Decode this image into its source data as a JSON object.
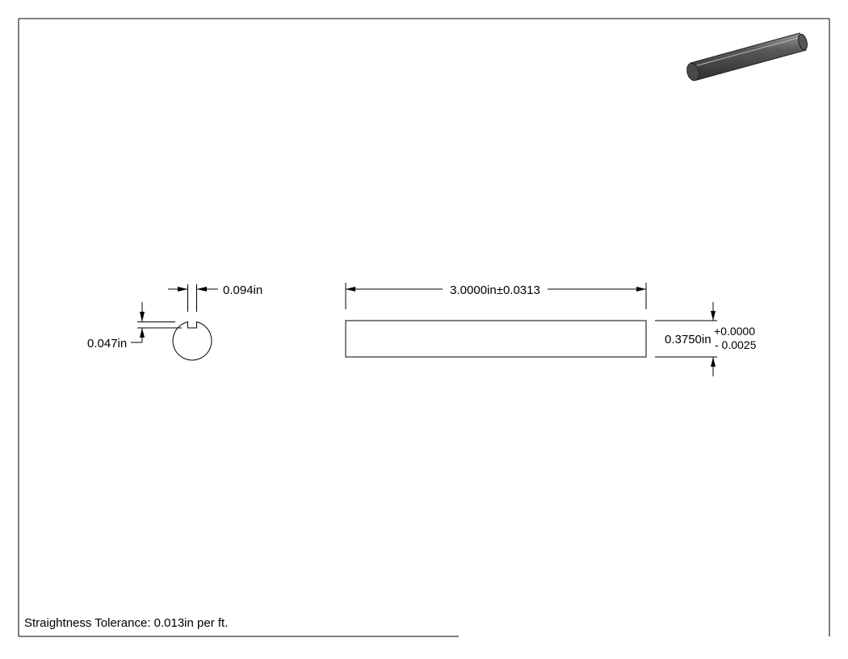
{
  "drawing": {
    "slot_width_label": "0.094in",
    "slot_depth_label": "0.047in",
    "length_label": "3.0000in±0.0313",
    "diameter_label": "0.3750in",
    "diameter_tol_plus": "+0.0000",
    "diameter_tol_minus": "- 0.0025",
    "note": "Straightness Tolerance: 0.013in per ft."
  }
}
